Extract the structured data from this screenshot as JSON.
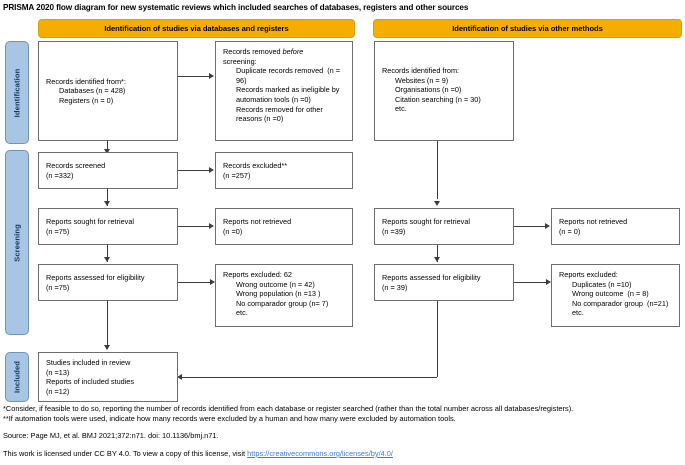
{
  "caption": "PRISMA 2020 flow diagram for new systematic reviews which included searches of databases, registers and other sources",
  "headers": {
    "left": "Identification of studies via databases and registers",
    "right": "Identification of studies via other methods"
  },
  "stages": [
    {
      "label": "Identification"
    },
    {
      "label": "Screening"
    },
    {
      "label": "Included"
    }
  ],
  "boxes": {
    "identified": {
      "lines": [
        {
          "text": "Records identified from*:",
          "indent": false,
          "italic": false
        },
        {
          "text": "Databases (n = 428)",
          "indent": true,
          "italic": false
        },
        {
          "text": "Registers (n = 0)",
          "indent": true,
          "italic": false
        }
      ]
    },
    "removed_before_screening": {
      "lines": [
        {
          "text": "Records removed ",
          "indent": false,
          "italic": false
        },
        {
          "text": "before",
          "indent": false,
          "italic": true
        },
        {
          "text": "screening:",
          "indent": false,
          "italic": false
        },
        {
          "text": "Duplicate records removed  (n = 96)",
          "indent": true,
          "italic": false
        },
        {
          "text": "Records marked as ineligible by automation tools (n =0)",
          "indent": true,
          "italic": false
        },
        {
          "text": "Records removed for other reasons (n =0)",
          "indent": true,
          "italic": false
        }
      ]
    },
    "other_identified": {
      "lines": [
        {
          "text": "Records identified from:",
          "indent": false,
          "italic": false
        },
        {
          "text": "Websites (n = 9)",
          "indent": true,
          "italic": false
        },
        {
          "text": "Organisations (n =0)",
          "indent": true,
          "italic": false
        },
        {
          "text": "Citation searching (n = 30)",
          "indent": true,
          "italic": false
        },
        {
          "text": "etc.",
          "indent": true,
          "italic": false
        }
      ]
    },
    "records_screened": {
      "lines": [
        {
          "text": "Records screened",
          "indent": false,
          "italic": false
        },
        {
          "text": "(n =332)",
          "indent": false,
          "italic": false
        }
      ]
    },
    "records_excluded": {
      "lines": [
        {
          "text": "Records excluded**",
          "indent": false,
          "italic": false
        },
        {
          "text": "(n =257)",
          "indent": false,
          "italic": false
        }
      ]
    },
    "reports_sought_left": {
      "lines": [
        {
          "text": "Reports sought for retrieval",
          "indent": false,
          "italic": false
        },
        {
          "text": "(n =75)",
          "indent": false,
          "italic": false
        }
      ]
    },
    "reports_not_retrieved_left": {
      "lines": [
        {
          "text": "Reports not retrieved",
          "indent": false,
          "italic": false
        },
        {
          "text": "(n =0)",
          "indent": false,
          "italic": false
        }
      ]
    },
    "reports_sought_right": {
      "lines": [
        {
          "text": "Reports sought for retrieval",
          "indent": false,
          "italic": false
        },
        {
          "text": "(n =39)",
          "indent": false,
          "italic": false
        }
      ]
    },
    "reports_not_retrieved_right": {
      "lines": [
        {
          "text": "Reports not retrieved",
          "indent": false,
          "italic": false
        },
        {
          "text": "(n = 0)",
          "indent": false,
          "italic": false
        }
      ]
    },
    "assessed_left": {
      "lines": [
        {
          "text": "Reports assessed for eligibility",
          "indent": false,
          "italic": false
        },
        {
          "text": "(n =75)",
          "indent": false,
          "italic": false
        }
      ]
    },
    "excluded_left": {
      "lines": [
        {
          "text": "Reports excluded: 62",
          "indent": false,
          "italic": false
        },
        {
          "text": "Wrong outcome (n = 42)",
          "indent": true,
          "italic": false
        },
        {
          "text": "Wrong population (n =13 )",
          "indent": true,
          "italic": false
        },
        {
          "text": "No comparador group (n= 7)",
          "indent": true,
          "italic": false
        },
        {
          "text": "etc.",
          "indent": true,
          "italic": false
        }
      ]
    },
    "assessed_right": {
      "lines": [
        {
          "text": "Reports assessed for eligibility",
          "indent": false,
          "italic": false
        },
        {
          "text": "(n = 39)",
          "indent": false,
          "italic": false
        }
      ]
    },
    "excluded_right": {
      "lines": [
        {
          "text": "Reports excluded:",
          "indent": false,
          "italic": false
        },
        {
          "text": "Duplicates (n =10)",
          "indent": true,
          "italic": false
        },
        {
          "text": "Wrong outcome  (n = 8)",
          "indent": true,
          "italic": false
        },
        {
          "text": "No comparador group  (n=21)",
          "indent": true,
          "italic": false
        },
        {
          "text": "etc.",
          "indent": true,
          "italic": false
        }
      ]
    },
    "included": {
      "lines": [
        {
          "text": "Studies included in review",
          "indent": false,
          "italic": false
        },
        {
          "text": "(n =13)",
          "indent": false,
          "italic": false
        },
        {
          "text": "Reports of included studies",
          "indent": false,
          "italic": false
        },
        {
          "text": "(n =12)",
          "indent": false,
          "italic": false
        }
      ]
    }
  },
  "footnotes": {
    "note1": "*Consider, if feasible to do so, reporting the number of records identified from each database or register searched (rather than the total number across all databases/registers).",
    "note2": "**If automation tools were used, indicate how many records were excluded by a human and how many were excluded by automation tools.",
    "source": "Source: Page MJ, et al. BMJ 2021;372:n71. doi: 10.1136/bmj.n71.",
    "license_prefix": "This work is licensed under CC BY 4.0. To view a copy of this license, visit ",
    "license_url": "https://creativecommons.org/licenses/by/4.0/"
  },
  "colors": {
    "header_bg": "#F5AE00",
    "stage_bg": "#A8C6E4",
    "box_border": "#6e6e6e",
    "link": "#3a7fd5"
  }
}
